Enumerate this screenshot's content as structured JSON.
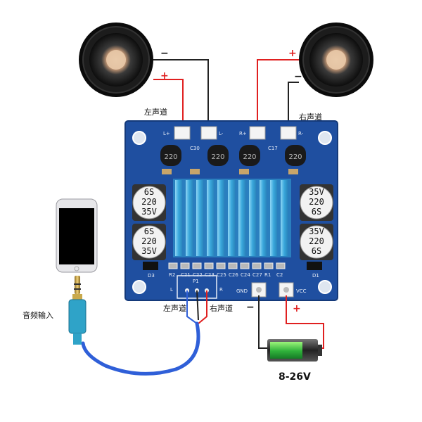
{
  "labels": {
    "left_channel_top": "左声道",
    "right_channel_top": "右声道",
    "left_channel_bottom": "左声道",
    "right_channel_bottom": "右声道",
    "audio_input": "音频输入",
    "voltage": "8-26V",
    "gnd": "GND",
    "vcc": "VCC"
  },
  "polarity": {
    "plus": "+",
    "minus": "−"
  },
  "pcb": {
    "terminals": [
      "L+",
      "L-",
      "R+",
      "R-"
    ],
    "input_pins": [
      "L",
      "R"
    ],
    "input_mark": "P1",
    "silk_bottom": [
      "R2",
      "C21",
      "C22",
      "C23",
      "C25",
      "C26",
      "C24",
      "C27",
      "R1",
      "C2"
    ],
    "silk_top": [
      "C30",
      "C17"
    ],
    "silk_side": [
      "D3",
      "D1"
    ],
    "inductor_values": [
      "220",
      "220",
      "220",
      "220"
    ],
    "caps": [
      {
        "line1": "6S",
        "line2": "220",
        "line3": "35V"
      },
      {
        "line1": "6S",
        "line2": "220",
        "line3": "35V"
      },
      {
        "line1": "35V",
        "line2": "220",
        "line3": "6S"
      },
      {
        "line1": "35V",
        "line2": "220",
        "line3": "6S"
      }
    ]
  },
  "colors": {
    "pcb": "#1f4fa0",
    "heatsink": "#4fb7e6",
    "wire_positive": "#e02020",
    "wire_negative": "#222222",
    "cable": "#2f5fd8"
  }
}
